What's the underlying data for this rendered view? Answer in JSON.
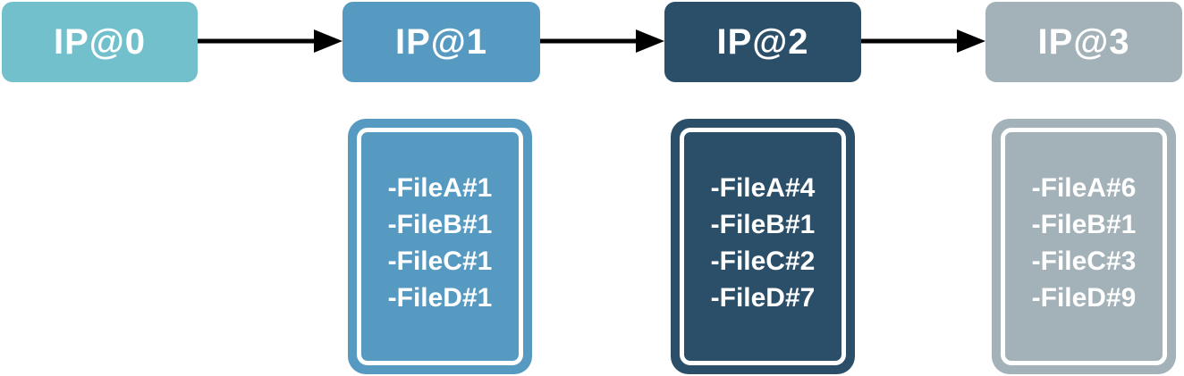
{
  "colors": {
    "ip0": "#72c0cc",
    "ip1": "#5699c1",
    "ip2": "#2b4f69",
    "ip3": "#a3b1b8",
    "arrow": "#000000",
    "text": "#ffffff"
  },
  "nodes": [
    {
      "label": "IP@0"
    },
    {
      "label": "IP@1"
    },
    {
      "label": "IP@2"
    },
    {
      "label": "IP@3"
    }
  ],
  "edges": [
    {
      "from": "IP@0",
      "to": "IP@1"
    },
    {
      "from": "IP@1",
      "to": "IP@2"
    },
    {
      "from": "IP@2",
      "to": "IP@3"
    }
  ],
  "file_cards": [
    {
      "node": "IP@1",
      "files": [
        "-FileA#1",
        "-FileB#1",
        "-FileC#1",
        "-FileD#1"
      ]
    },
    {
      "node": "IP@2",
      "files": [
        "-FileA#4",
        "-FileB#1",
        "-FileC#2",
        "-FileD#7"
      ]
    },
    {
      "node": "IP@3",
      "files": [
        "-FileA#6",
        "-FileB#1",
        "-FileC#3",
        "-FileD#9"
      ]
    }
  ]
}
